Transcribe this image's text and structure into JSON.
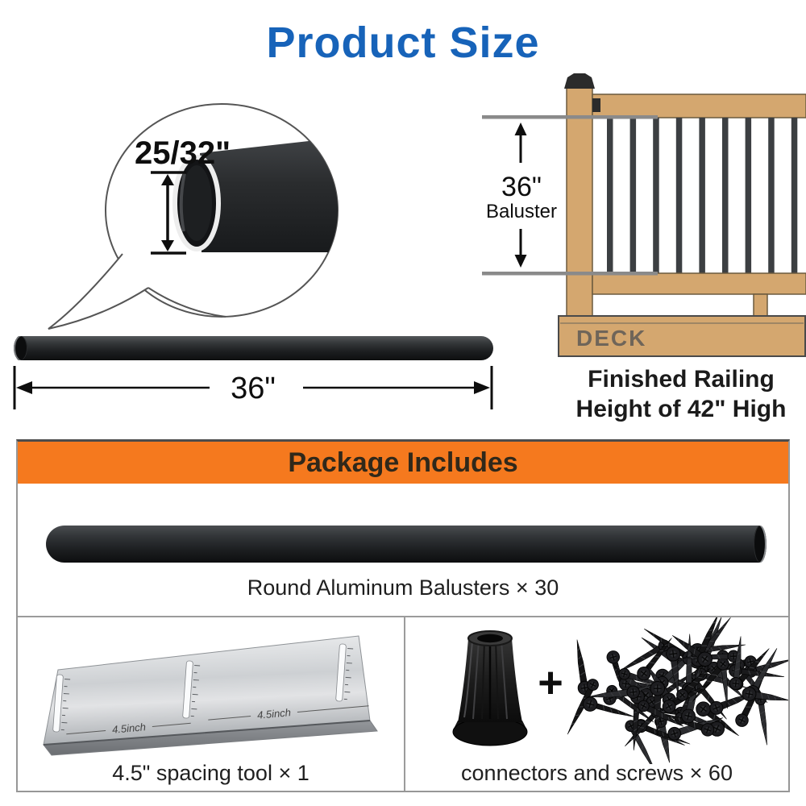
{
  "title": {
    "text": "Product Size"
  },
  "colors": {
    "title_blue": "#1763b9",
    "header_orange": "#f5791e",
    "wood_tan": "#d4a76f",
    "baluster_dark": "#3c3f42",
    "metal_silver": "#cdd0d3",
    "dimension_line_gray": "#8a8a8a"
  },
  "callout": {
    "diameter_label": "25/32\""
  },
  "rod": {
    "length_label": "36\""
  },
  "railing": {
    "height_label": "36\"",
    "height_sublabel": "Baluster",
    "deck_label": "DECK",
    "baluster_count": 9,
    "caption_line1": "Finished Railing",
    "caption_line2": "Height of 42\" High"
  },
  "package": {
    "header": "Package Includes",
    "balusters_caption": "Round Aluminum Balusters × 30",
    "spacing_tool": {
      "caption": "4.5\" spacing tool × 1",
      "marking": "4.5inch"
    },
    "connectors": {
      "caption": "connectors and screws × 60",
      "plus_sign": "+",
      "screw_count": 60
    }
  }
}
